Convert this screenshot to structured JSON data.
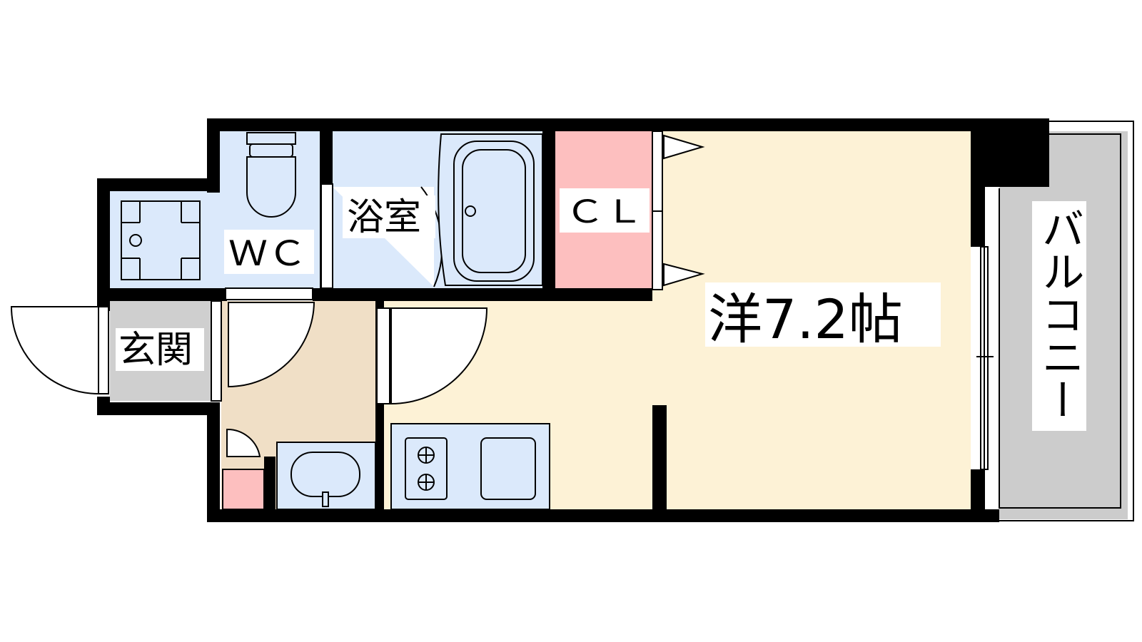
{
  "floor_plan": {
    "rooms": {
      "western_room": {
        "label": "洋7.2帖"
      },
      "closet": {
        "label": "ＣＬ"
      },
      "bathroom": {
        "label": "浴室"
      },
      "toilet": {
        "label": "ＷＣ"
      },
      "entrance": {
        "label": "玄関"
      },
      "balcony": {
        "label": "バルコニー"
      }
    },
    "colors": {
      "wall": "#000000",
      "western_room": "#fdf2d6",
      "wet_area": "#dbe9fb",
      "closet": "#fdbfbf",
      "corridor": "#f0dfc6",
      "entrance": "#cfcfcf",
      "balcony": "#cccccc",
      "fixture_fill": "#dbe9fb",
      "shoe_box": "#fdbfbf"
    }
  }
}
